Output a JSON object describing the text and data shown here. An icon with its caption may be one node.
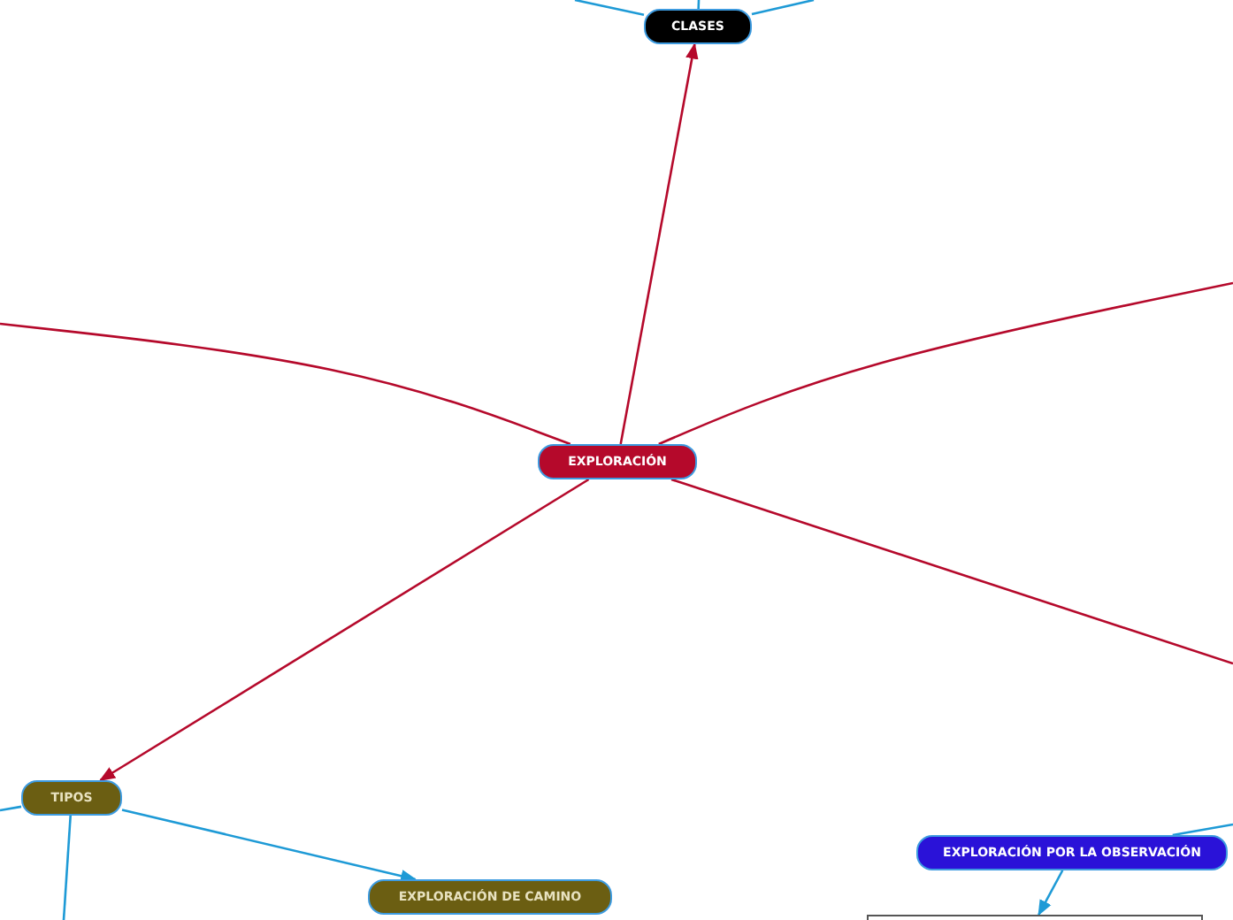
{
  "diagram": {
    "nodes": [
      {
        "text": [
          "EXPLORACIÓN"
        ]
      },
      {
        "text": [
          "CLASES"
        ]
      },
      {
        "text": [
          "TIPOS"
        ]
      },
      {
        "text": [
          "EXPLORACIÓN DE CAMINO"
        ]
      },
      {
        "text": [
          "EXPLORACIÓN POR LA OBSERVACIÓN"
        ]
      },
      {
        "text": [],
        "shape": "box"
      }
    ],
    "edges": [
      {
        "from": 0,
        "to": 1,
        "arrow": "to",
        "color": "#b5092b"
      },
      {
        "from": 0,
        "to": 2,
        "arrow": "to",
        "color": "#b5092b"
      },
      {
        "from": 0,
        "to": null,
        "arrow": "none",
        "color": "#b5092b"
      },
      {
        "from": 0,
        "to": null,
        "arrow": "none",
        "color": "#b5092b"
      },
      {
        "from": 0,
        "to": null,
        "arrow": "none",
        "color": "#b5092b"
      },
      {
        "from": 1,
        "to": null,
        "arrow": "none"
      },
      {
        "from": 1,
        "to": null,
        "arrow": "none"
      },
      {
        "from": 1,
        "to": null,
        "arrow": "none"
      },
      {
        "from": 2,
        "to": null,
        "arrow": "none"
      },
      {
        "from": 2,
        "to": null,
        "arrow": "none"
      },
      {
        "from": 2,
        "to": 3,
        "arrow": "to"
      },
      {
        "from": 4,
        "to": 5,
        "arrow": "to"
      },
      {
        "from": 4,
        "to": null,
        "arrow": "none"
      }
    ]
  }
}
